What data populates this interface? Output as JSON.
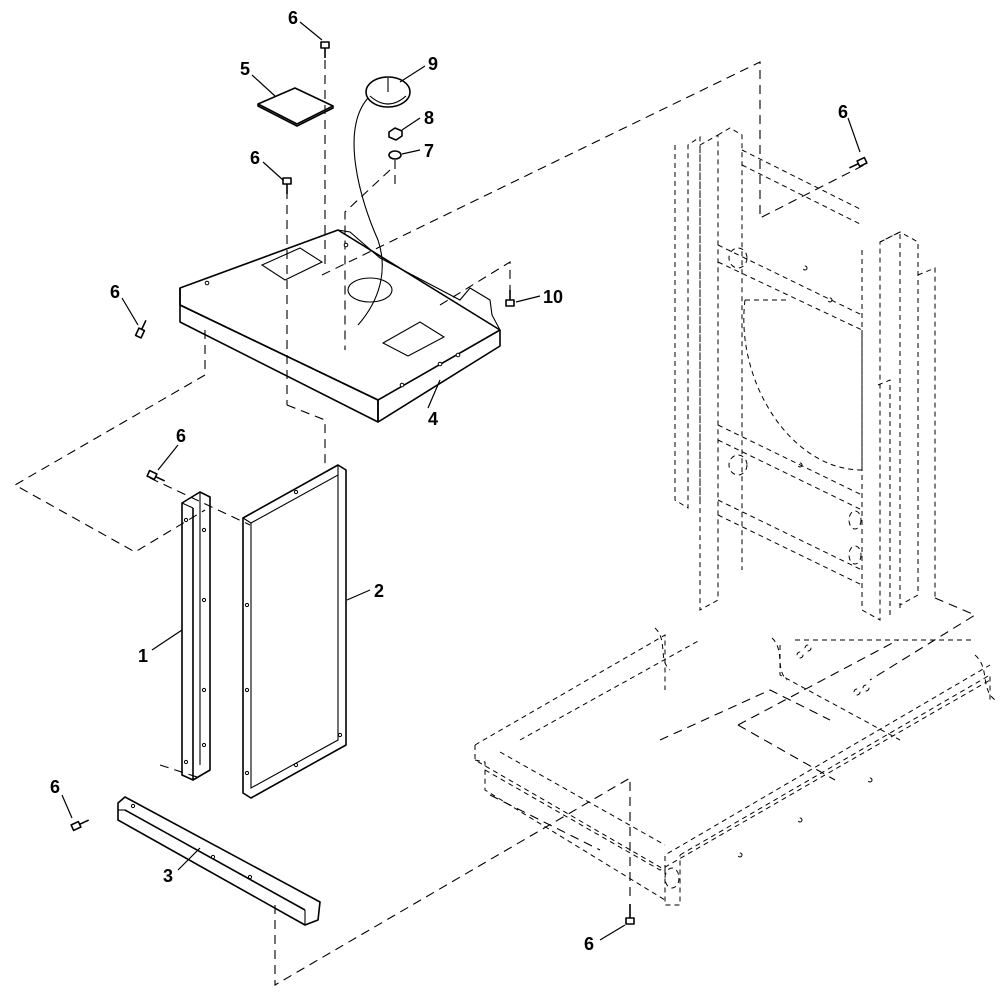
{
  "diagram": {
    "callouts": {
      "part_1": "1",
      "part_2": "2",
      "part_3": "3",
      "part_4": "4",
      "part_5": "5",
      "part_6_a": "6",
      "part_6_b": "6",
      "part_6_c": "6",
      "part_6_d": "6",
      "part_6_e": "6",
      "part_6_f": "6",
      "part_6_g": "6",
      "part_7": "7",
      "part_8": "8",
      "part_9": "9",
      "part_10": "10"
    }
  }
}
